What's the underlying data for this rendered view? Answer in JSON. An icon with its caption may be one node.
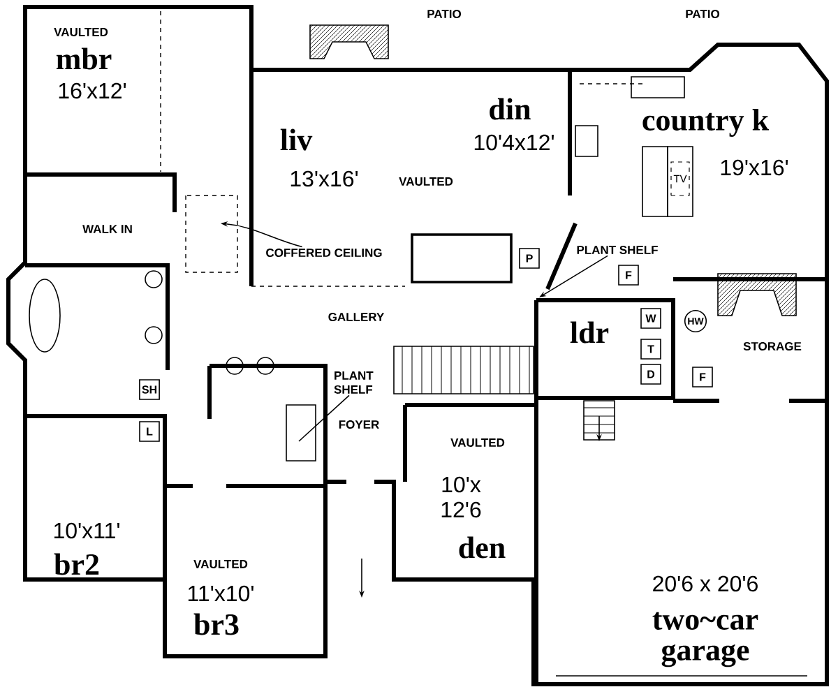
{
  "diagram": {
    "nodes": [
      {
        "text": [
          "TV"
        ]
      },
      {
        "text": [
          "COFFERED CEILING"
        ]
      },
      {
        "text": [
          "P"
        ]
      },
      {
        "text": [
          "PLANT SHELF"
        ]
      },
      {
        "text": [
          "F"
        ]
      },
      {
        "text": [
          "W"
        ]
      },
      {
        "text": [
          "HW"
        ]
      },
      {
        "text": [
          "T"
        ]
      },
      {
        "text": [
          "D"
        ]
      },
      {
        "text": [
          "F"
        ]
      },
      {
        "text": [
          "PLANT SHELF"
        ]
      },
      {
        "text": [
          "SH"
        ]
      },
      {
        "text": [
          "L"
        ]
      }
    ],
    "edges": [
      {
        "from": 1,
        "to": null,
        "arrow": "to"
      },
      {
        "from": 3,
        "to": null,
        "arrow": "to"
      },
      {
        "from": 10,
        "to": null,
        "arrow": "none"
      }
    ],
    "labels": [
      "PATIO",
      "PATIO",
      "VAULTED",
      "mbr",
      "16'x12'",
      "din",
      "country k",
      "liv",
      "10'4x12'",
      "19'x16'",
      "13'x16'",
      "VAULTED",
      "WALK IN",
      "GALLERY",
      "ldr",
      "STORAGE",
      "FOYER",
      "VAULTED",
      "10'x 12'6",
      "den",
      "10'x11'",
      "br2",
      "VAULTED",
      "11'x10'",
      "br3",
      "20'6 x 20'6",
      "two~car garage"
    ]
  }
}
